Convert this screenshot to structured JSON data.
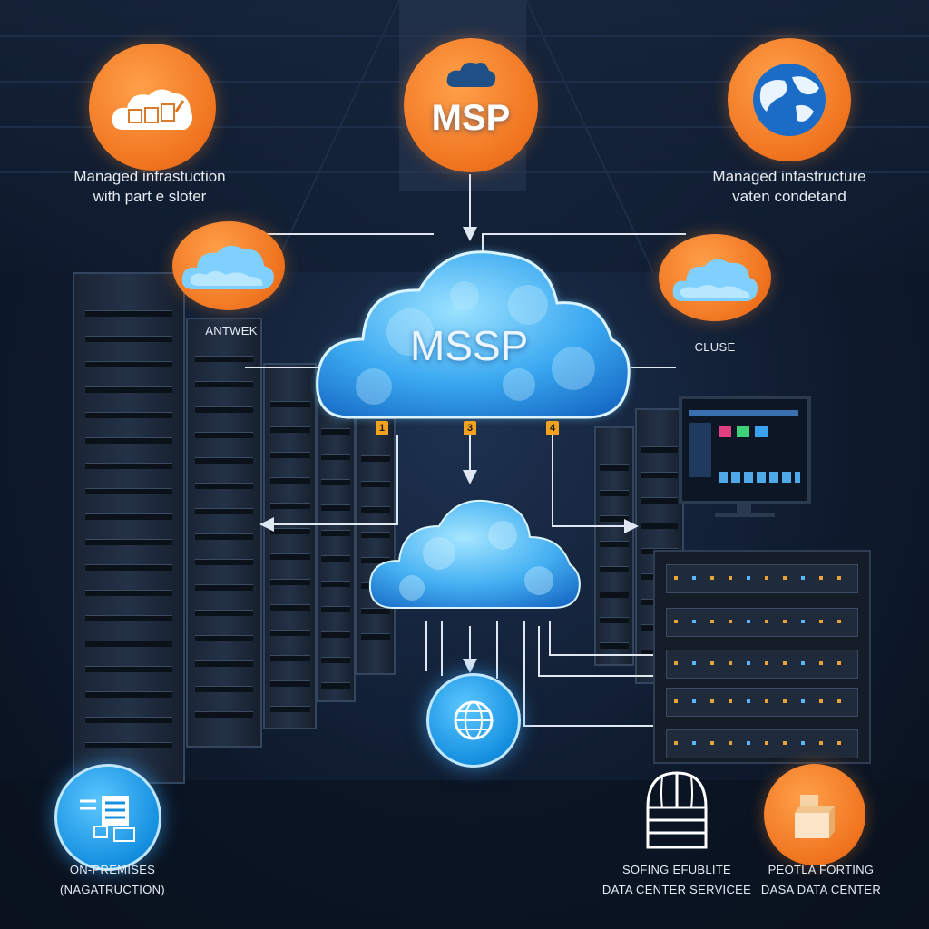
{
  "top_center": {
    "label": "MSP"
  },
  "top_left": {
    "caption_line1": "Managed infrastuction",
    "caption_line2": "with part e sloter"
  },
  "top_right": {
    "caption_line1": "Managed infastructure",
    "caption_line2": "vaten condetand"
  },
  "mid_left": {
    "label": "ANTWEK"
  },
  "mid_right": {
    "label": "CLUSE"
  },
  "main_cloud": {
    "label": "MSSP"
  },
  "badges": [
    "1",
    "3",
    "4"
  ],
  "bottom_left": {
    "line1": "ON-PREMISES",
    "line2": "(NAGATRUCTION)"
  },
  "bottom_mid_right": {
    "line1": "SOFING EFUBLITE",
    "line2": "DATA CENTER SERVICEE"
  },
  "bottom_right": {
    "line1": "PEOTLA FORTING",
    "line2": "DASA DATA CENTER"
  },
  "colors": {
    "accent_orange": "#f0741f",
    "accent_blue": "#1590e0",
    "background": "#0f1b2e"
  },
  "icons": [
    "cloud-icon",
    "puzzle-cloud-icon",
    "globe-icon",
    "server-stack-icon",
    "data-center-dome-icon",
    "boxes-icon",
    "network-globe-icon"
  ]
}
